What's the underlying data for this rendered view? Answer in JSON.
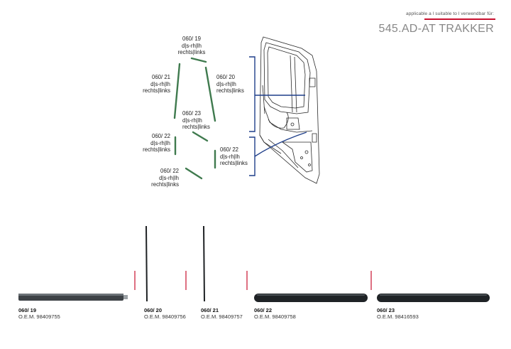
{
  "header": {
    "applicable": "applicable a l suitable to l verwendbar für:",
    "model": "545.AD-AT TRAKKER"
  },
  "callouts": [
    {
      "code": "060/ 19",
      "side": "d|s-rh|lh",
      "lang": "rechts|links"
    },
    {
      "code": "060/ 21",
      "side": "d|s-rh|lh",
      "lang": "rechts|links"
    },
    {
      "code": "060/ 20",
      "side": "d|s-rh|lh",
      "lang": "rechts|links"
    },
    {
      "code": "060/ 23",
      "side": "d|s-rh|lh",
      "lang": "rechts|links"
    },
    {
      "code": "060/ 22",
      "side": "d|s-rh|lh",
      "lang": "rechts|links"
    },
    {
      "code": "060/ 22",
      "side": "d|s-rh|lh",
      "lang": "rechts|links"
    },
    {
      "code": "060/ 22",
      "side": "d|s-rh|lh",
      "lang": "rechts|links"
    }
  ],
  "parts": [
    {
      "code": "060/ 19",
      "oem": "O.E.M. 98409755"
    },
    {
      "code": "060/ 20",
      "oem": "O.E.M. 98409756"
    },
    {
      "code": "060/ 21",
      "oem": "O.E.M. 98409757"
    },
    {
      "code": "060/ 22",
      "oem": "O.E.M. 98409758"
    },
    {
      "code": "060/ 23",
      "oem": "O.E.M. 98416593"
    }
  ],
  "colors": {
    "accent_red": "#c8102e",
    "bracket_blue": "#1f3f8a",
    "strip_green": "#3f7a4e",
    "strip_dark": "#1e2124"
  }
}
